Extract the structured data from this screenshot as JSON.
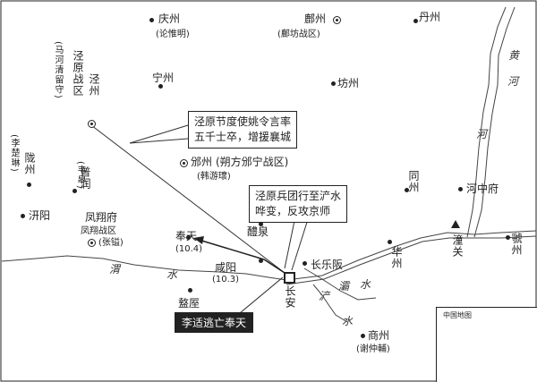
{
  "places": {
    "qingzhou": "庆州",
    "qingzhou_sub": "(论惟明)",
    "fuzhou": "鄜州",
    "fuzhou_sub": "(鄜坊战区)",
    "danzhou": "丹州",
    "jingzhou_zone": "泾原战区",
    "jingzhou": "泾州",
    "ningzhou": "宁州",
    "fangzhou": "坊州",
    "binzhou": "邠州",
    "binzhou_zone": "(朔方邠宁战区)",
    "binzhou_sub": "(韩游瓌)",
    "longzhou": "陇州",
    "puyun": "普润",
    "qianyang": "汧阳",
    "fengxiang": "凤翔府",
    "fengxiang_zone": "凤翔战区",
    "fengxiang_sub": "(张镒)",
    "liquan": "醴泉",
    "tongzhou": "同州",
    "hezhong": "河中府",
    "huazhou": "华州",
    "tongguan": "潼关",
    "guozhou": "虢州",
    "fengtian": "奉天",
    "fengtian_date": "(10.4)",
    "xianyang": "咸阳",
    "xianyang_date": "(10.3)",
    "changlepo": "长乐阪",
    "changan": "长安",
    "zhouzhi": "盩厔",
    "shangzhou": "商州",
    "shangzhou_sub": "(谢仲輔)"
  },
  "vertical_notes": {
    "ma": "(马河清留守)",
    "li": "(李楚琳)",
    "wei": "(韦皋)"
  },
  "rivers": {
    "huang": "黄",
    "he": "河",
    "he2": "河",
    "wei": "渭",
    "wei_shui": "水",
    "ba": "灞",
    "ba_shui": "水",
    "chan": "浐",
    "chan_shui": "水"
  },
  "callouts": {
    "a1": "泾原节度使姚令言率",
    "a2": "五千士卒，增援襄城",
    "b1": "泾原兵团行至浐水",
    "b2": "哗变，反攻京师",
    "c": "李适逃亡奉天"
  },
  "inset_title": "中国地图"
}
